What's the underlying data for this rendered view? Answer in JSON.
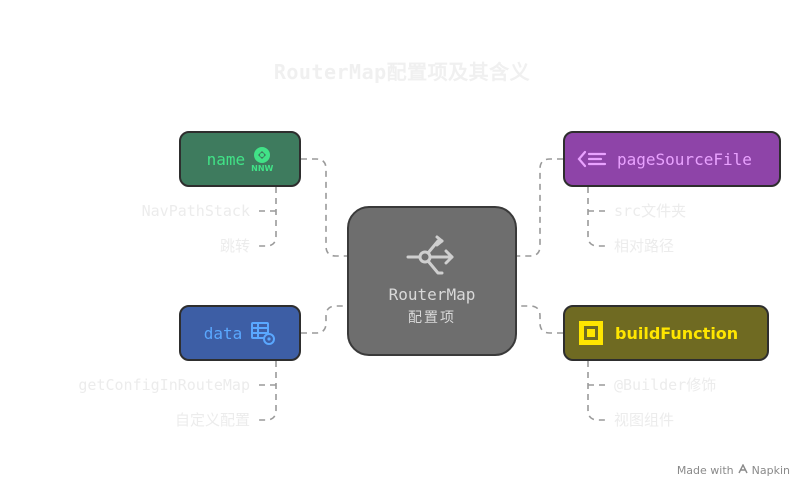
{
  "title": "RouterMap配置项及其含义",
  "center": {
    "title": "RouterMap",
    "subtitle": "配置项",
    "icon": "fork-icon"
  },
  "nodes": {
    "name": {
      "label": "name",
      "icon": "nnw-logo-icon",
      "icon_text": "NNW",
      "leaves": [
        "NavPathStack",
        "跳转"
      ]
    },
    "data": {
      "label": "data",
      "icon": "table-settings-icon",
      "leaves": [
        "getConfigInRouteMap",
        "自定义配置"
      ]
    },
    "pageSourceFile": {
      "label": "pageSourceFile",
      "icon": "code-list-icon",
      "leaves": [
        "src文件夹",
        "相对路径"
      ]
    },
    "buildFunction": {
      "label": "buildFunction",
      "icon": "frame-icon",
      "leaves": [
        "@Builder修饰",
        "视图组件"
      ]
    }
  },
  "colors": {
    "name_fill": "#3e7b5e",
    "name_text": "#41e287",
    "data_fill": "#3d5ea5",
    "data_text": "#5aa8ff",
    "page_fill": "#8e44a8",
    "page_text": "#e9a2ff",
    "build_fill": "#6f6a22",
    "build_text": "#ffe600",
    "center_fill": "#6e6e6e"
  },
  "watermark": {
    "prefix": "Made with",
    "brand": "Napkin",
    "icon": "napkin-icon"
  }
}
